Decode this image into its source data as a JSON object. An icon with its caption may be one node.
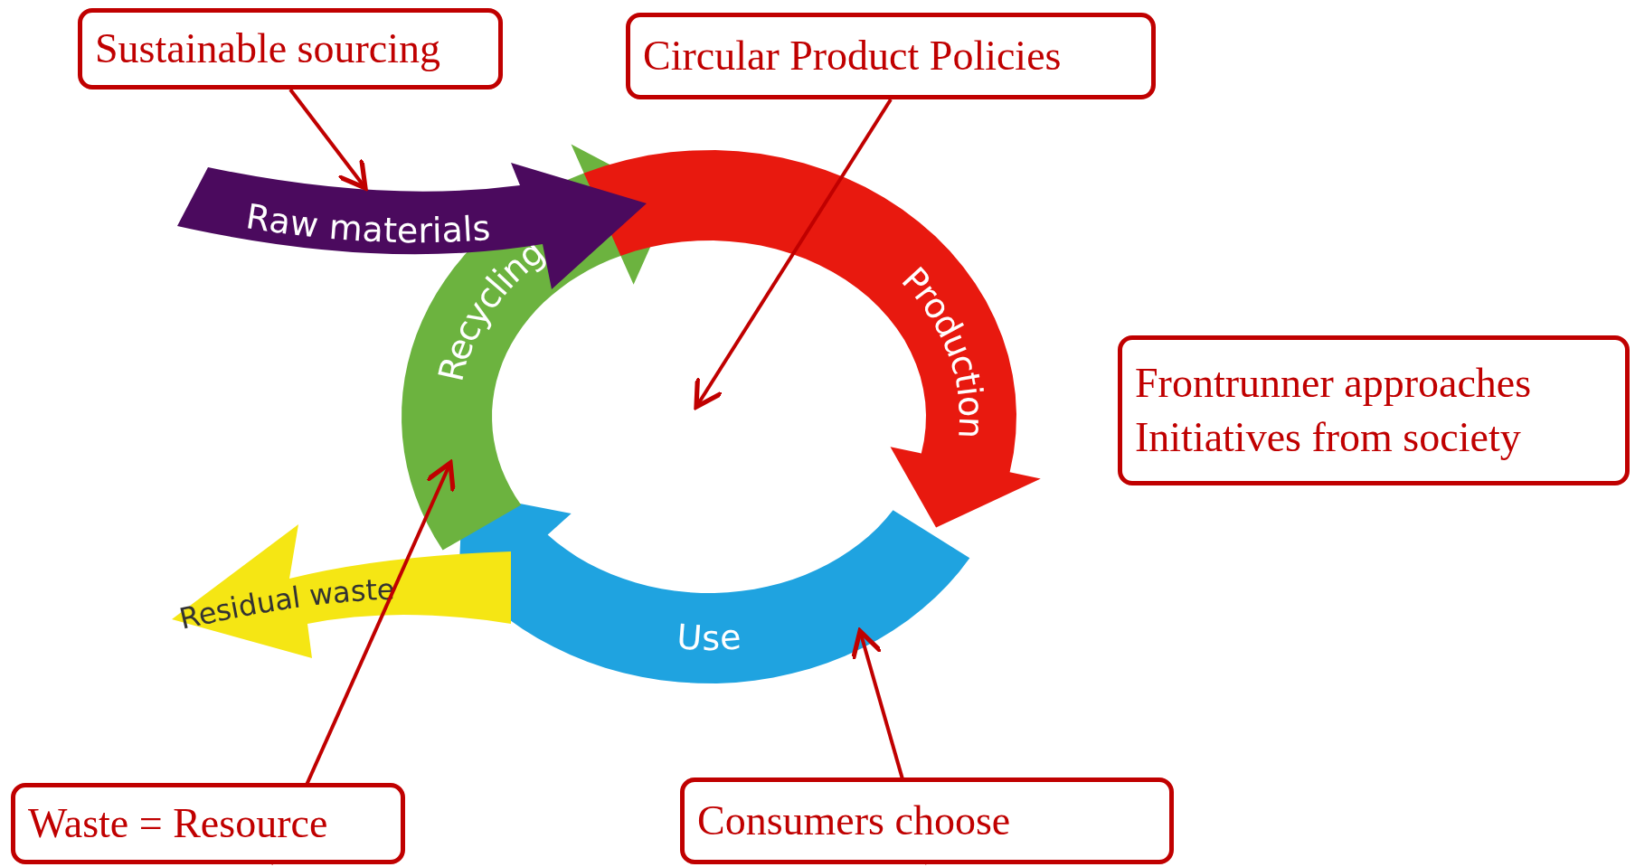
{
  "diagram": {
    "nodes": [
      {
        "text": [
          "Sustainable sourcing"
        ]
      },
      {
        "text": [
          "Circular Product Policies"
        ]
      },
      {
        "text": [
          "Raw materials"
        ]
      },
      {
        "text": [
          "Production"
        ]
      },
      {
        "text": [
          "Recycling"
        ]
      },
      {
        "text": [
          "Use"
        ]
      },
      {
        "text": [
          "Residual waste"
        ]
      },
      {
        "text": [
          "Frontrunner approaches",
          "Initiatives from society"
        ]
      },
      {
        "text": [
          "Waste = Resource"
        ]
      },
      {
        "text": [
          "Consumers choose"
        ]
      }
    ],
    "edges": [
      {
        "from": 0,
        "to": 2,
        "arrow": "to"
      },
      {
        "from": 1,
        "to": null,
        "arrow": "to"
      },
      {
        "from": 8,
        "to": 4,
        "arrow": "to"
      },
      {
        "from": 9,
        "to": 5,
        "arrow": "to"
      }
    ]
  }
}
